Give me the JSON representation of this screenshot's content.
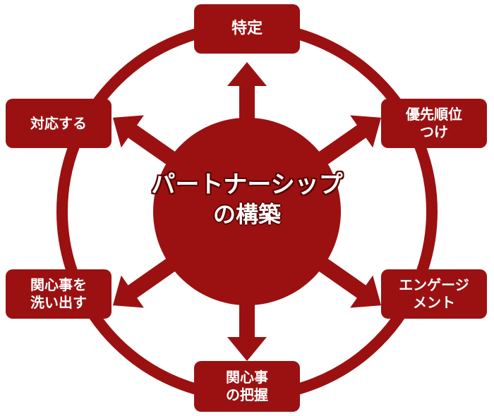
{
  "center": {
    "line1": "パートナーシップ",
    "line2": "の構築"
  },
  "nodes": {
    "top": {
      "lines": [
        "特定"
      ]
    },
    "upper_right": {
      "lines": [
        "優先順位",
        "つけ"
      ]
    },
    "lower_right": {
      "lines": [
        "エンゲージ",
        "メント"
      ]
    },
    "bottom": {
      "lines": [
        "関心事",
        "の把握"
      ]
    },
    "lower_left": {
      "lines": [
        "関心事を",
        "洗い出す"
      ]
    },
    "upper_left": {
      "lines": [
        "対応する"
      ]
    }
  },
  "colors": {
    "primary": "#9b1111",
    "text": "#ffffff",
    "background": "#ffffff"
  }
}
